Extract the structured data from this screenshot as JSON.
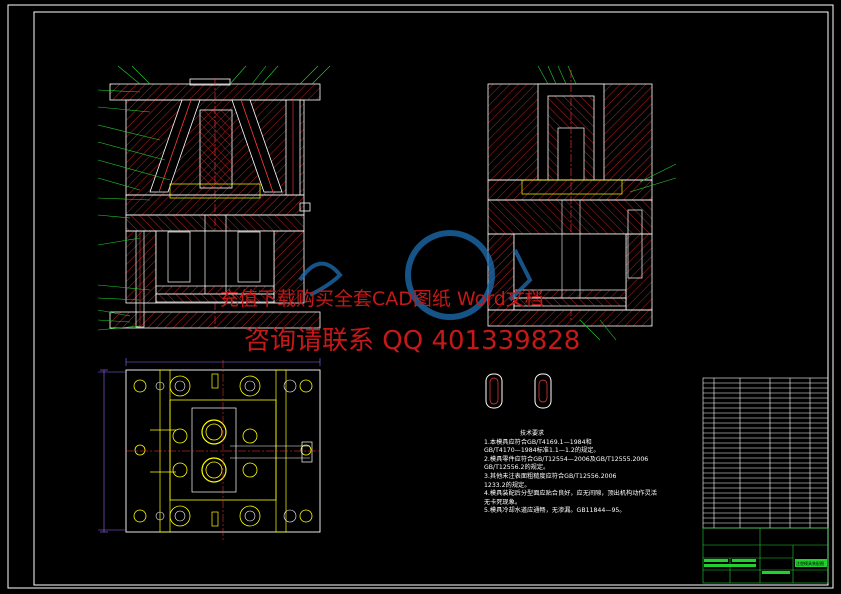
{
  "drawing": {
    "type": "cad-mold-assembly",
    "colors": {
      "background": "#000000",
      "outline": "#ffffff",
      "hatch": "#ff2f2f",
      "leader": "#22d12e",
      "centerline": "#ff3a3a",
      "cavity": "#ffff00",
      "watermark": "#c51818",
      "logo": "#1e6fb5",
      "purple": "#9b6bff"
    }
  },
  "watermark": {
    "line1": "充值下载购买全套CAD图纸 Word文档",
    "line2": "咨询请联系 QQ 401339828"
  },
  "tech_requirements": {
    "title": "技术要求",
    "lines": [
      "1.本模具应符合GB/T4169.1—1984和",
      "GB/T4170—1984标准1.1—1.2的规定。",
      "2.模具零件应符合GB/T12554—2006及GB/T12555.2006",
      "GB/T12556.2的规定。",
      "3.其他未注表面粗糙度应符合GB/T12556.2006",
      "1233.2的规定。",
      "4.模具装配后分型面应贴合良好，应无间隙，顶出机构动作灵活",
      "无卡死现象。",
      "5.模具冷却水道应通畅，无渗漏。GB11844—95。"
    ]
  },
  "title_block": {
    "drawing_name": "注塑模具装配图"
  }
}
